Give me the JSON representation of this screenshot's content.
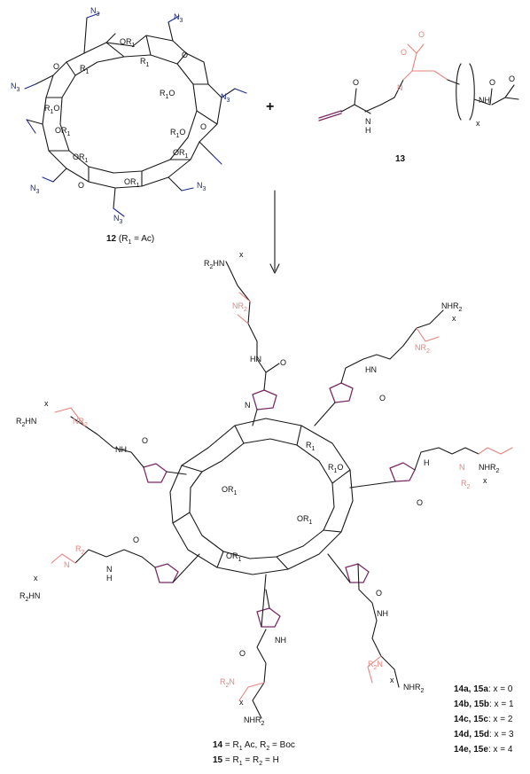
{
  "reaction": {
    "plus_sign": "+",
    "reagent_cd": {
      "number": "12",
      "condition": "(R",
      "sub": "1",
      "tail": " = Ac)"
    },
    "reagent_alkyne": {
      "number": "13",
      "repeat_index": "x"
    },
    "atom_labels": {
      "N3": "N",
      "three": "3",
      "O": "O",
      "OR1": "OR",
      "R1O": "R",
      "R1": "R",
      "sub1": "1",
      "sub2": "2",
      "N": "N",
      "NH": "NH",
      "H": "H",
      "R2": "R",
      "NHR2": "NHR",
      "R2HN": "R",
      "HN": "HN",
      "x": "x"
    }
  },
  "legend": {
    "products": [
      {
        "ids": "14a, 15a",
        "value": ": x = 0"
      },
      {
        "ids": "14b, 15b",
        "value": ": x = 1"
      },
      {
        "ids": "14c, 15c",
        "value": ": x = 2"
      },
      {
        "ids": "14d, 15d",
        "value": ": x = 3"
      },
      {
        "ids": "14e, 15e",
        "value": ": x = 4"
      }
    ],
    "definitions": [
      {
        "id": "14",
        "text": " = R",
        "s1": "1",
        "mid": " Ac, R",
        "s2": "2",
        "tail": " = Boc"
      },
      {
        "id": "15",
        "text": " = R",
        "s1": "1",
        "mid": " = R",
        "s2": "2",
        "tail": " = H"
      }
    ]
  },
  "colors": {
    "bond": "#1a1a1a",
    "azide": "#1c2a8c",
    "boc_linker": "#e8847f",
    "triazole": "#7a2a66"
  }
}
